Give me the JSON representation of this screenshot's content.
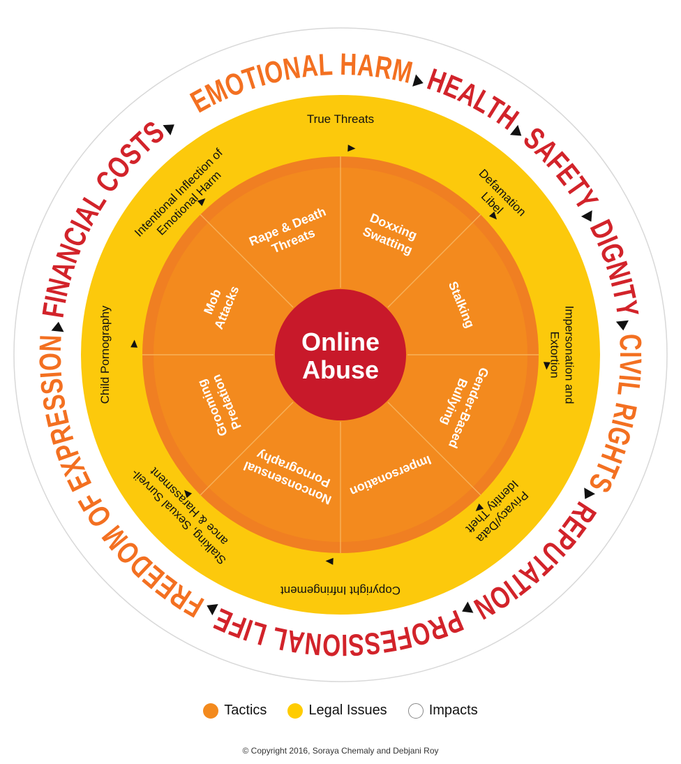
{
  "center": {
    "line1": "Online",
    "line2": "Abuse"
  },
  "tactics": [
    {
      "lines": [
        "Doxxing",
        "Swatting"
      ]
    },
    {
      "lines": [
        "Stalking"
      ]
    },
    {
      "lines": [
        "Gender-Based",
        "Bullying"
      ]
    },
    {
      "lines": [
        "Impersonation"
      ]
    },
    {
      "lines": [
        "Nonconsensual",
        "Pornography"
      ]
    },
    {
      "lines": [
        "Grooming",
        "Predation"
      ]
    },
    {
      "lines": [
        "Mob",
        "Attacks"
      ]
    },
    {
      "lines": [
        "Rape & Death",
        "Threats"
      ]
    }
  ],
  "legal_issues": [
    {
      "lines": [
        "True Threats"
      ]
    },
    {
      "lines": [
        "Defamation",
        "Libel"
      ]
    },
    {
      "lines": [
        "Impersonation and",
        "Extortion"
      ]
    },
    {
      "lines": [
        "Privacy/Data",
        "Identity Theft"
      ]
    },
    {
      "lines": [
        "Copyright Infringement"
      ]
    },
    {
      "lines": [
        "Stalking, Sexual Surveil-",
        "ance & Harassment"
      ]
    },
    {
      "lines": [
        "Child Pornography"
      ]
    },
    {
      "lines": [
        "Intentional Inflection of",
        "Emotional Harm"
      ]
    }
  ],
  "impacts": [
    {
      "label": "EMOTIONAL HARM",
      "color": "#f37021"
    },
    {
      "label": "HEALTH",
      "color": "#d2232a"
    },
    {
      "label": "SAFETY",
      "color": "#d2232a"
    },
    {
      "label": "DIGNITY",
      "color": "#d2232a"
    },
    {
      "label": "CIVIL RIGHTS",
      "color": "#f37021"
    },
    {
      "label": "REPUTATION",
      "color": "#d2232a"
    },
    {
      "label": "PROFESSIONAL LIFE",
      "color": "#d2232a"
    },
    {
      "label": "FREEDOM OF EXPRESSION",
      "color": "#f37021"
    },
    {
      "label": "FINANCIAL COSTS",
      "color": "#d2232a"
    }
  ],
  "legend": [
    {
      "label": "Tactics",
      "color": "#f38a1e"
    },
    {
      "label": "Legal Issues",
      "color": "#ffcc00"
    },
    {
      "label": "Impacts",
      "color": "#ffffff"
    }
  ],
  "colors": {
    "center": "#c8192a",
    "tactics_inner": "#f38a1e",
    "tactics_outer": "#f07f22",
    "legal": "#fcc90c",
    "impacts_bg": "#ffffff",
    "outline": "#d8d8d8"
  },
  "copyright": "© Copyright 2016, Soraya Chemaly and Debjani Roy"
}
